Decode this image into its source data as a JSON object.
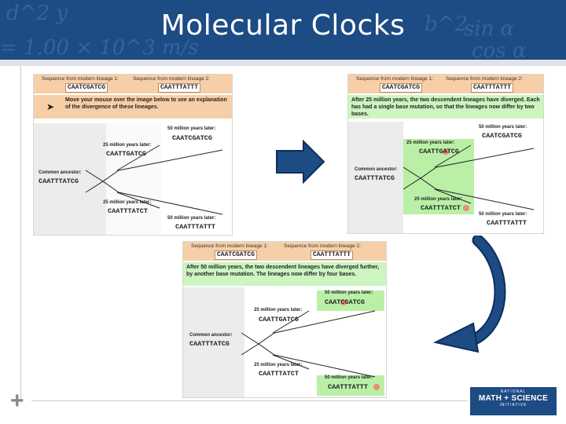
{
  "slide": {
    "title": "Molecular Clocks",
    "banner_decor": [
      "d^2 y",
      "b^2",
      "sin α",
      "cos α",
      "= 1.00 × 10^3 m/s"
    ]
  },
  "panels": {
    "p1": {
      "label_left": "Sequence from modern lineage 1:",
      "label_right": "Sequence from modern lineage 2:",
      "seq_left": "CAATCGATCG",
      "seq_right": "CAATTTATTT",
      "message": "Move your mouse over the image below to see an explanation of the divergence of these lineages.",
      "ancestor_label": "Common ancestor:",
      "ancestor_seq": "CAATTTATCG",
      "upper25_label": "25 million years later:",
      "upper25_seq": "CAATTGATCG",
      "upper50_label": "50 million years later:",
      "upper50_seq": "CAATCGATCG",
      "lower25_label": "25 million years later:",
      "lower25_seq": "CAATTTATCT",
      "lower50_label": "50 million years later:",
      "lower50_seq": "CAATTTATTT"
    },
    "p2": {
      "label_left": "Sequence from modern lineage 1:",
      "label_right": "Sequence from modern lineage 2:",
      "seq_left": "CAATCGATCG",
      "seq_right": "CAATTTATTT",
      "message": "After 25 million years, the two descendent lineages have diverged. Each has had a single base mutation, so that the lineages now differ by two bases.",
      "ancestor_label": "Common ancestor:",
      "ancestor_seq": "CAATTTATCG",
      "upper25_label": "25 million years later:",
      "upper25_seq": "CAATTGATCG",
      "upper50_label": "50 million years later:",
      "upper50_seq": "CAATCGATCG",
      "lower25_label": "25 million years later:",
      "lower25_seq": "CAATTTATCT",
      "lower50_label": "50 million years later:",
      "lower50_seq": "CAATTTATTT"
    },
    "p3": {
      "label_left": "Sequence from modern lineage 1:",
      "label_right": "Sequence from modern lineage 2:",
      "seq_left": "CAATCGATCG",
      "seq_right": "CAATTTATTT",
      "message": "After 50 million years, the two descendent lineages have diverged further, by another base mutation. The lineages now differ by four bases.",
      "ancestor_label": "Common ancestor:",
      "ancestor_seq": "CAATTTATCG",
      "upper25_label": "25 million years later:",
      "upper25_seq": "CAATTGATCG",
      "upper50_label": "50 million years later:",
      "upper50_seq": "CAATCGATCG",
      "lower25_label": "25 million years later:",
      "lower25_seq": "CAATTTATCT",
      "lower50_label": "50 million years later:",
      "lower50_seq": "CAATTTATTT"
    }
  },
  "logo": {
    "line1": "NATIONAL",
    "line2": "MATH + SCIENCE",
    "line3": "INITIATIVE"
  },
  "colors": {
    "banner": "#1d4b84",
    "arrow": "#1d4b84",
    "header_peach": "#f6cfa8",
    "message_peach": "#f6cfa8",
    "message_green": "#ccf5c0",
    "highlight_green": "#b9f0a6",
    "mutation_dot": "#f08a7a"
  }
}
